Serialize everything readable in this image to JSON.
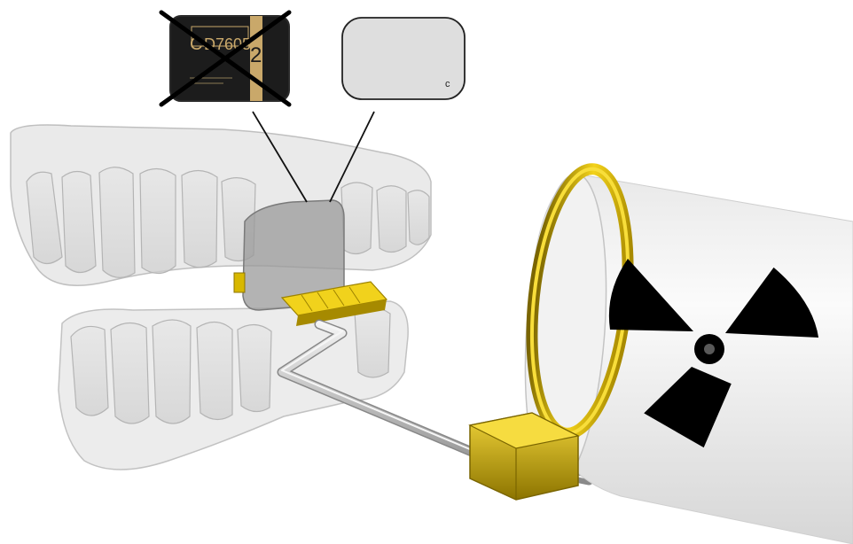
{
  "film_card": {
    "brand_text": "C",
    "code_text": "D7605",
    "size_number": "2",
    "status": "crossed-out"
  },
  "sensor_plate": {
    "corner_label": "c"
  },
  "cone": {
    "symbol": "radiation-trefoil-icon"
  },
  "colors": {
    "ring": "#e8c400",
    "holder": "#d9b800",
    "film_dark": "#1c1c1c",
    "film_gold": "#c9a86a",
    "plate": "#dedede",
    "trefoil": "#000000"
  }
}
